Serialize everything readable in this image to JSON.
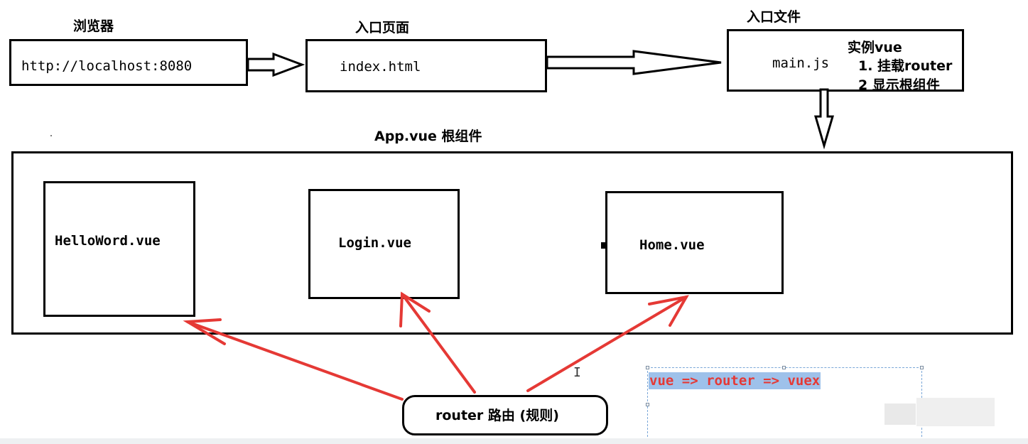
{
  "top_row": {
    "browser_label": "浏览器",
    "browser_url": "http://localhost:8080",
    "entry_page_label": "入口页面",
    "entry_page_file": "index.html",
    "entry_file_label": "入口文件",
    "entry_file_name": "main.js",
    "instance_title": "实例vue",
    "instance_step1": "1. 挂载router",
    "instance_step2": "2  显示根组件"
  },
  "app": {
    "title": "App.vue  根组件",
    "components": [
      "HelloWord.vue",
      "Login.vue",
      "Home.vue"
    ]
  },
  "router_label": "router 路由  (规则)",
  "highlighted_text": "vue => router => vuex",
  "colors": {
    "arrow_red": "#e53935",
    "highlight_bg": "#9ec1ea",
    "highlight_text": "#e53935"
  }
}
